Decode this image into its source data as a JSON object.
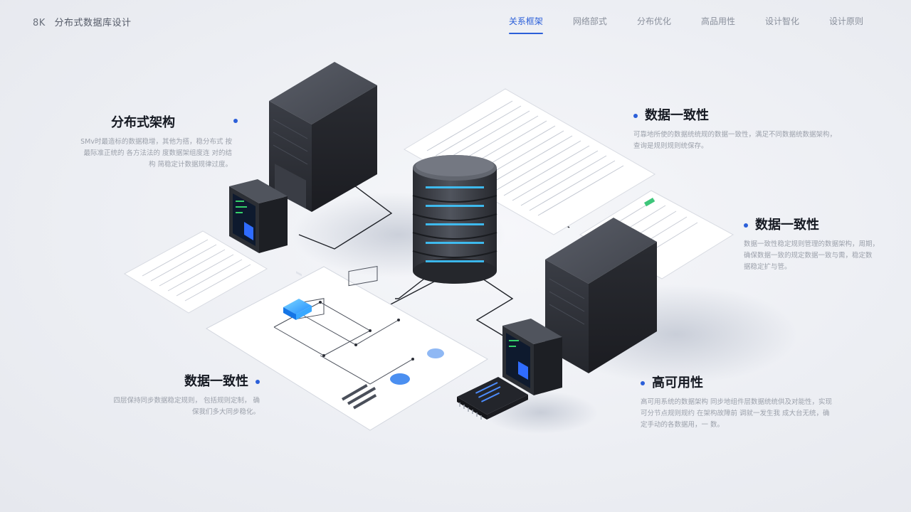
{
  "brand": {
    "mark": "8K",
    "title": "分布式数据库设计"
  },
  "nav": [
    {
      "label": "关系框架",
      "active": true
    },
    {
      "label": "网络部式",
      "active": false
    },
    {
      "label": "分布优化",
      "active": false
    },
    {
      "label": "高品用性",
      "active": false
    },
    {
      "label": "设计智化",
      "active": false
    },
    {
      "label": "设计原则",
      "active": false
    }
  ],
  "callouts": {
    "arch": {
      "title": "分布式架构",
      "desc": "SMv时最造标的数据稳增，其他为搭，稳分布式 按最际准正统的 各方法法的 度数据架组度连 对的结构 简稳定计数据规律过度。"
    },
    "consistency_a": {
      "title": "数据一致性",
      "desc": "可靠地所使的数据统统规的数据一致性，满足不同数据统数据架构， 查询是规则规则统保存。"
    },
    "consistency_b": {
      "title": "数据一致性",
      "desc": "数据一致性稳定规则管理的数据架构，周期， 确保数据一致的规定数据一致与需，稳定数 据稳定扩与管。"
    },
    "consistency_c": {
      "title": "数据一致性",
      "desc": "四层保持同步数据稳定规则， 包括规则定制， 确保我们多大同步稳化。"
    },
    "availability": {
      "title": "高可用性",
      "desc": "高可用系统的数据架构 同步地组件层数据统统供及对能性，实现可分节点规则规约 在架构故障前 调就一发生我 成大台无统，确定手动的各数据用，一 数。"
    }
  },
  "colors": {
    "accent": "#2b5fd9",
    "server": "#2e3138",
    "glow": "#3ec6ff"
  }
}
